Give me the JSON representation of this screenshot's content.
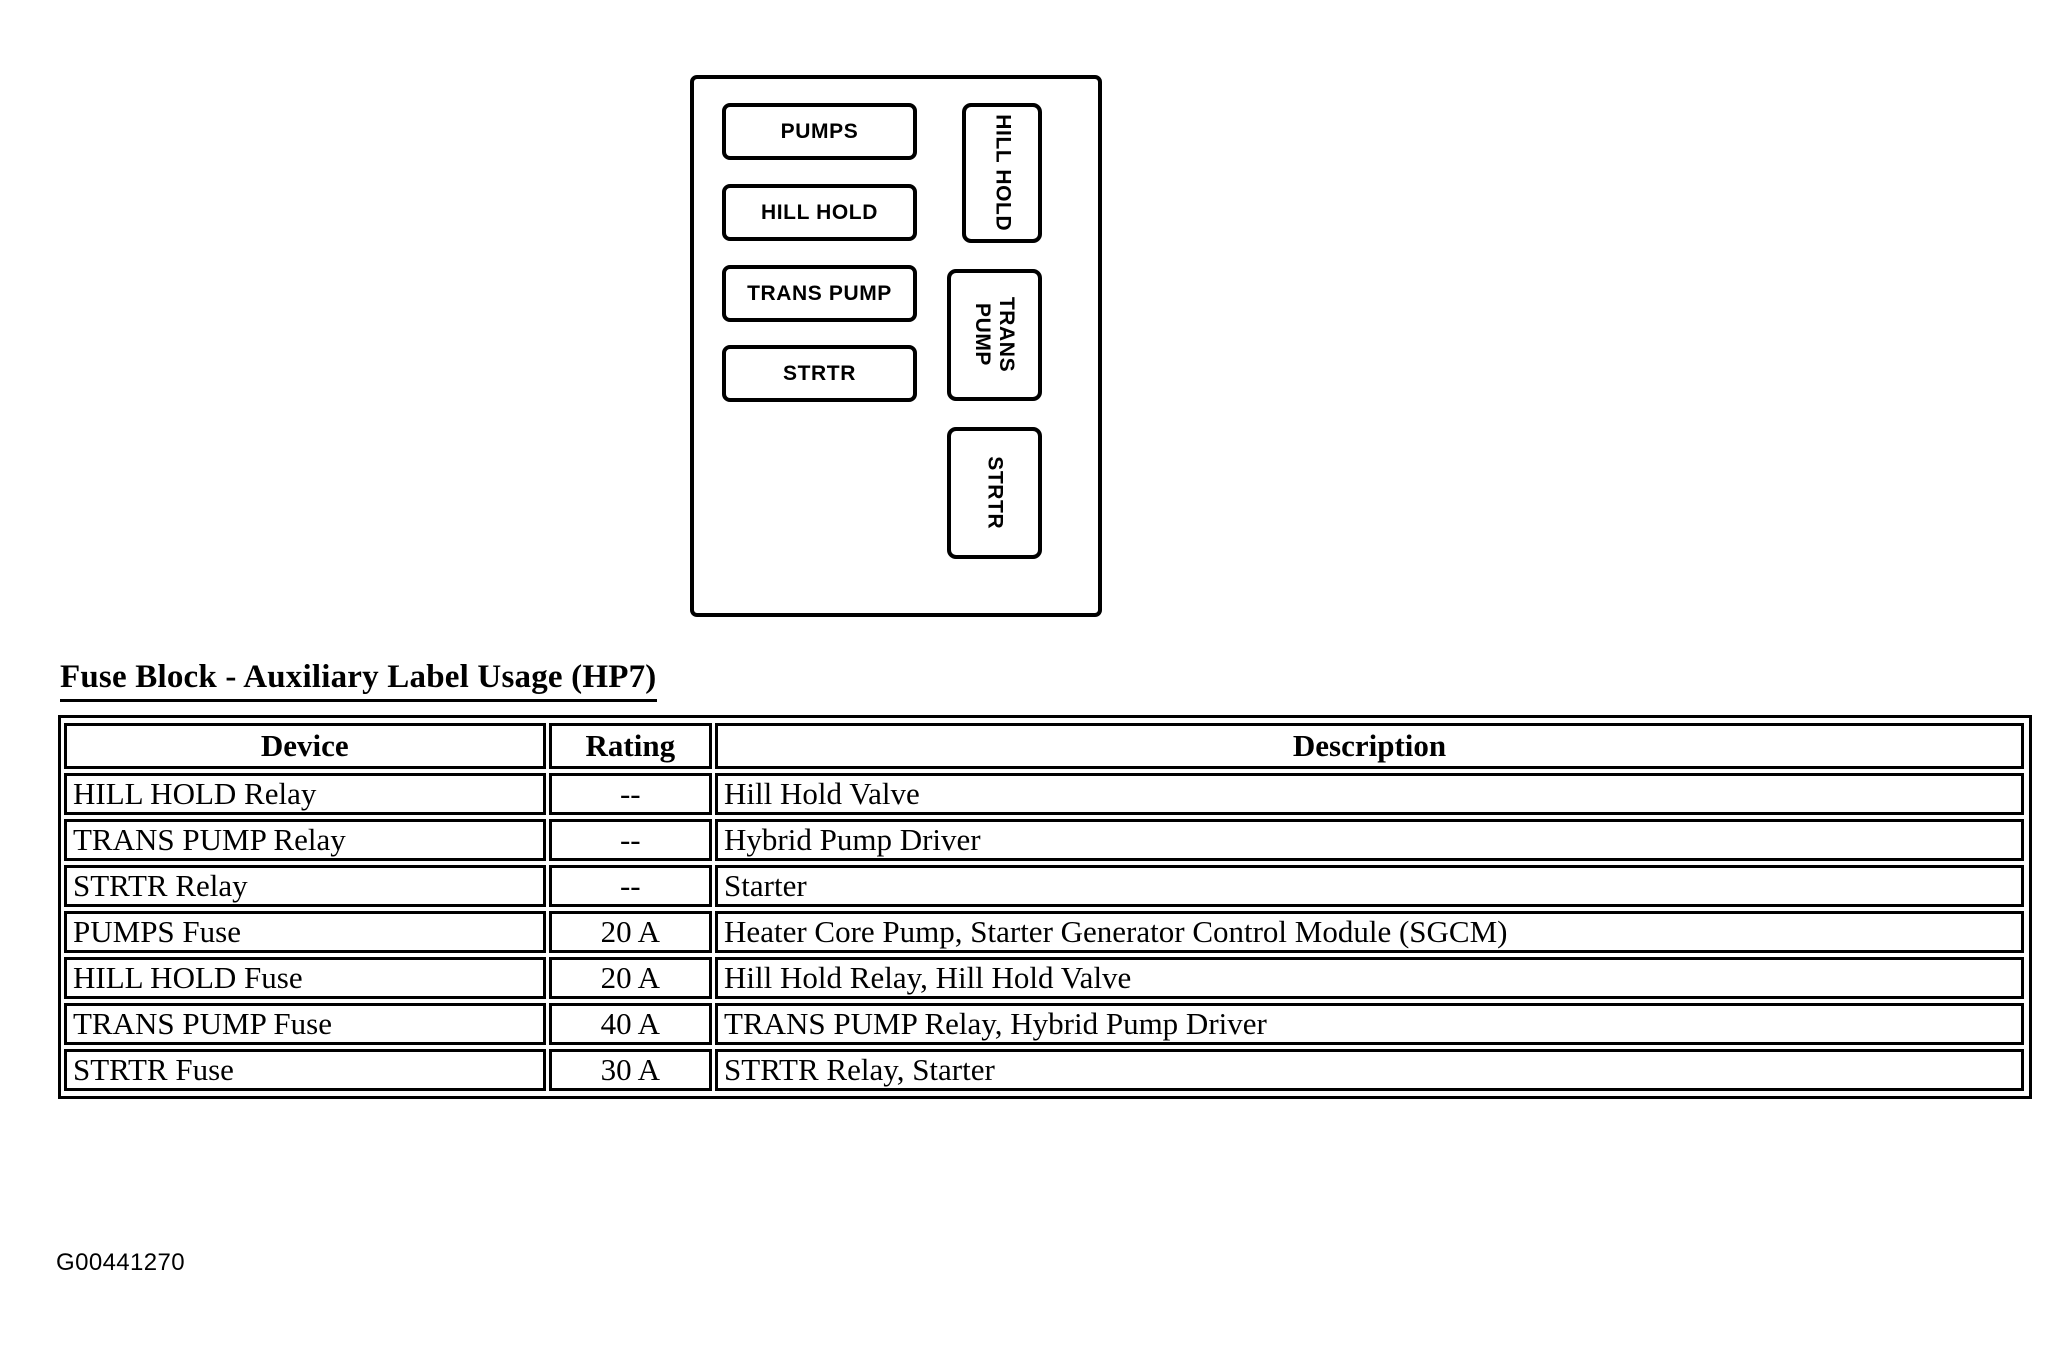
{
  "diagram": {
    "name": "fuse-block-auxiliary-diagram",
    "horizontal_fuses": [
      {
        "label": "PUMPS"
      },
      {
        "label": "HILL HOLD"
      },
      {
        "label": "TRANS PUMP"
      },
      {
        "label": "STRTR"
      }
    ],
    "vertical_relays": [
      {
        "label": "HILL HOLD",
        "lines": [
          "HILL HOLD"
        ]
      },
      {
        "label": "TRANS PUMP",
        "lines": [
          "TRANS",
          "PUMP"
        ]
      },
      {
        "label": "STRTR",
        "lines": [
          "STRTR"
        ]
      }
    ],
    "relay_hill_hold_text": "HILL HOLD",
    "relay_trans_pump_line1": "TRANS",
    "relay_trans_pump_line2": "PUMP",
    "relay_strtr_text": "STRTR"
  },
  "section": {
    "title": "Fuse Block - Auxiliary Label Usage (HP7)"
  },
  "table": {
    "columns": [
      "Device",
      "Rating",
      "Description"
    ],
    "header": {
      "device": "Device",
      "rating": "Rating",
      "description": "Description"
    },
    "rows": [
      {
        "device": "HILL HOLD Relay",
        "rating": "--",
        "description": "Hill Hold Valve"
      },
      {
        "device": "TRANS PUMP Relay",
        "rating": "--",
        "description": "Hybrid Pump Driver"
      },
      {
        "device": "STRTR Relay",
        "rating": "--",
        "description": "Starter"
      },
      {
        "device": "PUMPS Fuse",
        "rating": "20 A",
        "description": "Heater Core Pump, Starter Generator Control Module (SGCM)"
      },
      {
        "device": "HILL HOLD Fuse",
        "rating": "20 A",
        "description": "Hill Hold Relay, Hill Hold Valve"
      },
      {
        "device": "TRANS PUMP Fuse",
        "rating": "40 A",
        "description": "TRANS PUMP Relay, Hybrid Pump Driver"
      },
      {
        "device": "STRTR Fuse",
        "rating": "30 A",
        "description": "STRTR Relay, Starter"
      }
    ]
  },
  "footer": {
    "code": "G00441270"
  },
  "colors": {
    "ink": "#000000",
    "paper": "#ffffff"
  }
}
